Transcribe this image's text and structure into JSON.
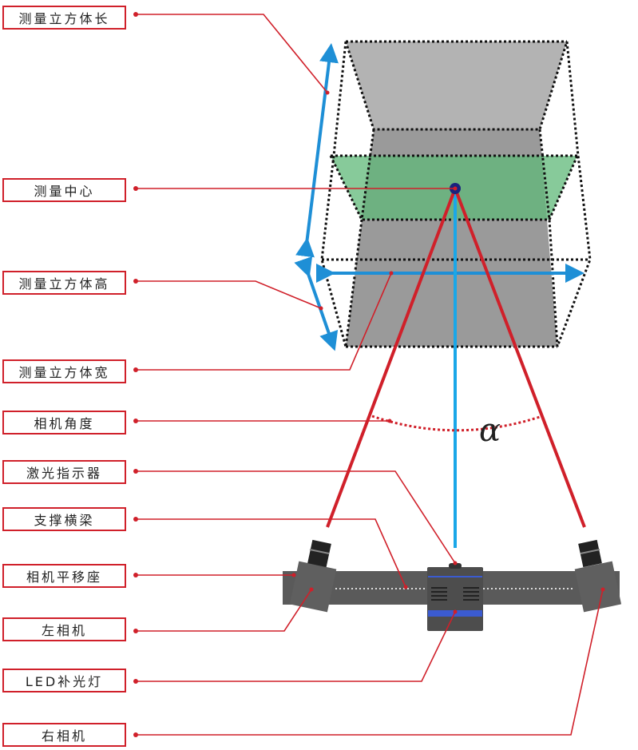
{
  "diagram": {
    "labels": [
      {
        "id": "cube-length",
        "text": "测量立方体长"
      },
      {
        "id": "measure-center",
        "text": "测量中心"
      },
      {
        "id": "cube-height",
        "text": "测量立方体高"
      },
      {
        "id": "cube-width",
        "text": "测量立方体宽"
      },
      {
        "id": "camera-angle",
        "text": "相机角度"
      },
      {
        "id": "laser-indicator",
        "text": "激光指示器"
      },
      {
        "id": "support-beam",
        "text": "支撑横梁"
      },
      {
        "id": "camera-slide-mount",
        "text": "相机平移座"
      },
      {
        "id": "left-camera",
        "text": "左相机"
      },
      {
        "id": "led-fill-light",
        "text": "LED补光灯"
      },
      {
        "id": "right-camera",
        "text": "右相机"
      }
    ],
    "angle_symbol": "α",
    "colors": {
      "callout": "#d0202a",
      "dimension_arrow": "#1e8fd6",
      "laser": "#1aa7e8",
      "cube_fill": "#a8a8a8",
      "center_plane": "#6fbf84",
      "center_dot": "#1a237e",
      "device_body": "#555555",
      "accent_blue": "#3b5bd0"
    }
  }
}
